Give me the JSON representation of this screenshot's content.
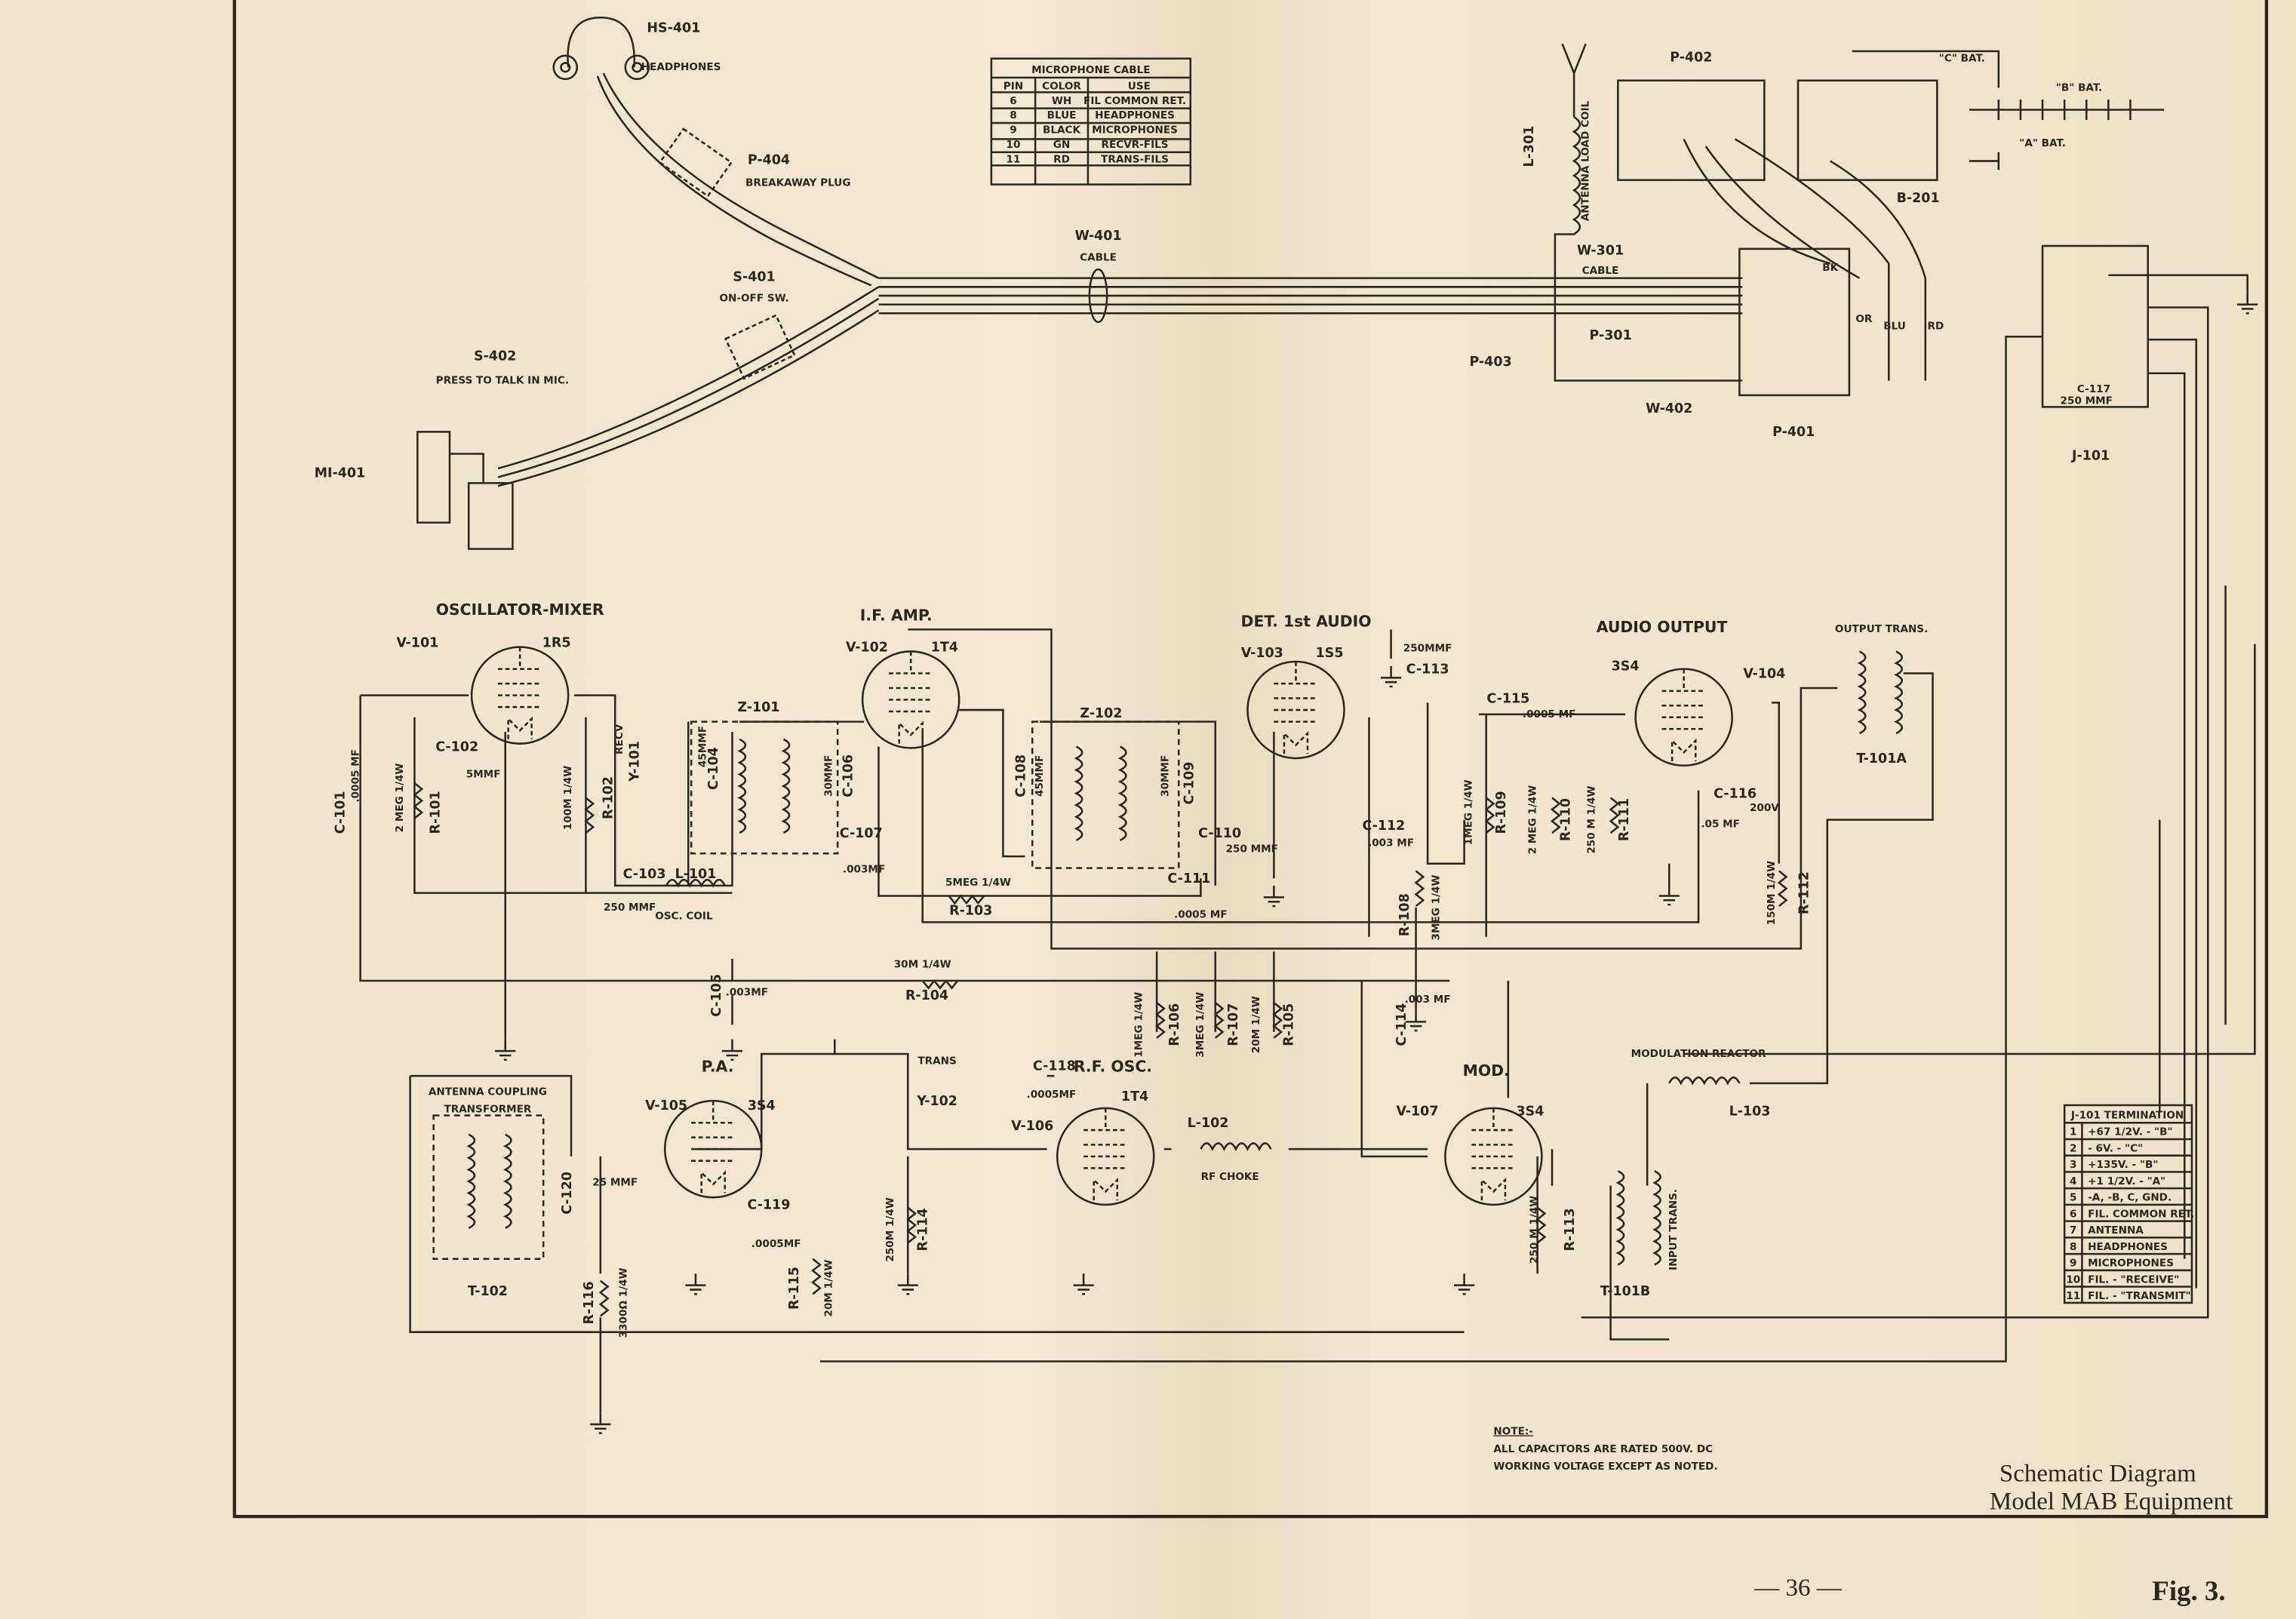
{
  "cable_table": {
    "title": "MICROPHONE CABLE",
    "headers": [
      "PIN",
      "COLOR",
      "USE"
    ],
    "rows": [
      [
        "6",
        "WH",
        "FIL COMMON RET."
      ],
      [
        "8",
        "BLUE",
        "HEADPHONES"
      ],
      [
        "9",
        "BLACK",
        "MICROPHONES"
      ],
      [
        "10",
        "GN",
        "RECVR-FILS"
      ],
      [
        "11",
        "RD",
        "TRANS-FILS"
      ]
    ]
  },
  "termination_table": {
    "title": "J-101 TERMINATION",
    "rows": [
      [
        "1",
        "+67 1/2V. - \"B\""
      ],
      [
        "2",
        "- 6V. - \"C\""
      ],
      [
        "3",
        "+135V. - \"B\""
      ],
      [
        "4",
        "+1 1/2V. - \"A\""
      ],
      [
        "5",
        "-A, -B, C, GND."
      ],
      [
        "6",
        "FIL. COMMON RET."
      ],
      [
        "7",
        "ANTENNA"
      ],
      [
        "8",
        "HEADPHONES"
      ],
      [
        "9",
        "MICROPHONES"
      ],
      [
        "10",
        "FIL. - \"RECEIVE\""
      ],
      [
        "11",
        "FIL. - \"TRANSMIT\""
      ]
    ]
  },
  "labels": {
    "hs401": "HS-401",
    "headphones": "HEADPHONES",
    "p404": "P-404",
    "breakaway": "BREAKAWAY PLUG",
    "s401": "S-401",
    "onoff": "ON-OFF SW.",
    "s402": "S-402",
    "ptt": "PRESS TO TALK IN MIC.",
    "mi401": "MI-401",
    "w401": "W-401",
    "cable1": "CABLE",
    "l301": "L-301",
    "antcoil": "ANTENNA LOAD COIL",
    "w301": "W-301",
    "cable2": "CABLE",
    "p402": "P-402",
    "b201": "B-201",
    "cbat": "\"C\" BAT.",
    "bbat": "\"B\" BAT.",
    "abat": "\"A\" BAT.",
    "p301": "P-301",
    "p403": "P-403",
    "w402": "W-402",
    "p401": "P-401",
    "j101": "J-101",
    "c117": "C-117",
    "c117v": "250 MMF",
    "bk": "BK",
    "or": "OR",
    "blu": "BLU",
    "rd": "RD",
    "oscmix": "OSCILLATOR-MIXER",
    "v101": "V-101",
    "t1r5": "1R5",
    "ifamp": "I.F. AMP.",
    "v102": "V-102",
    "t1t4a": "1T4",
    "det": "DET. 1st AUDIO",
    "v103": "V-103",
    "t1s5": "1S5",
    "audout": "AUDIO OUTPUT",
    "v104": "V-104",
    "t3s4a": "3S4",
    "outtrans": "OUTPUT TRANS.",
    "t101a": "T-101A",
    "z101": "Z-101",
    "z102": "Z-102",
    "c101": "C-101",
    "c101v": ".0005 MF",
    "c102": "C-102",
    "c102v": "5MMF",
    "r101": "R-101",
    "r101v": "2 MEG 1/4W",
    "r102": "R-102",
    "r102v": "100M 1/4W",
    "y101": "Y-101",
    "y101v": "RECV",
    "c103": "C-103",
    "c103v": "250 MMF",
    "l101": "L-101",
    "l101v": "OSC. COIL",
    "c104": "C-104",
    "c104v": "45MMF",
    "c106": "C-106",
    "c106v": "30MMF",
    "c107": "C-107",
    "c107v": ".003MF",
    "r103": "R-103",
    "r103v": "5MEG 1/4W",
    "c108": "C-108",
    "c108v": "45MMF",
    "c109": "C-109",
    "c109v": "30MMF",
    "c110": "C-110",
    "c110v": "250 MMF",
    "c111": "C-111",
    "c111v": ".0005 MF",
    "c112": "C-112",
    "c112v": ".003 MF",
    "r108": "R-108",
    "r108v": "3MEG 1/4W",
    "c113": "C-113",
    "c113v": "250MMF",
    "c115": "C-115",
    "c115v": ".0005 MF",
    "r109": "R-109",
    "r109v": "1MEG 1/4W",
    "r110": "R-110",
    "r110v": "2 MEG 1/4W",
    "r111": "R-111",
    "r111v": "250 M 1/4W",
    "c116": "C-116",
    "c116v": ".05 MF",
    "c116w": "200V",
    "r112": "R-112",
    "r112v": "150M 1/4W",
    "c105": "C-105",
    "c105v": ".003MF",
    "r104": "R-104",
    "r104v": "30M 1/4W",
    "r106": "R-106",
    "r106v": "1MEG 1/4W",
    "r107": "R-107",
    "r107v": "3MEG 1/4W",
    "r105": "R-105",
    "r105v": "20M 1/4W",
    "c114": "C-114",
    "c114v": ".003 MF",
    "antcoup": "ANTENNA COUPLING",
    "transformer": "TRANSFORMER",
    "t102": "T-102",
    "c120": "C-120",
    "c120v": "25 MMF",
    "r116": "R-116",
    "r116v": "3300Ω 1/4W",
    "pa": "P.A.",
    "v105": "V-105",
    "t3s4b": "3S4",
    "c119": "C-119",
    "c119v": ".0005MF",
    "r115": "R-115",
    "r115v": "20M 1/4W",
    "trans": "TRANS",
    "y102": "Y-102",
    "c118": "C-118",
    "c118v": ".0005MF",
    "rfosc": "R.F. OSC.",
    "v106": "V-106",
    "t1t4b": "1T4",
    "l102": "L-102",
    "rfchoke": "RF CHOKE",
    "r114": "R-114",
    "r114v": "250M 1/4W",
    "mod": "MOD.",
    "v107": "V-107",
    "t3s4c": "3S4",
    "modreact": "MODULATION REACTOR",
    "l103": "L-103",
    "r113": "R-113",
    "r113v": "250 M 1/4W",
    "inputtrans": "INPUT TRANS.",
    "t101b": "T-101B"
  },
  "note": {
    "heading": "NOTE:-",
    "line1": "ALL CAPACITORS ARE RATED 500V. DC",
    "line2": "WORKING VOLTAGE EXCEPT AS NOTED."
  },
  "title": {
    "line1": "Schematic Diagram",
    "line2": "Model MAB Equipment"
  },
  "page_number": "— 36 —",
  "figure": "Fig. 3."
}
